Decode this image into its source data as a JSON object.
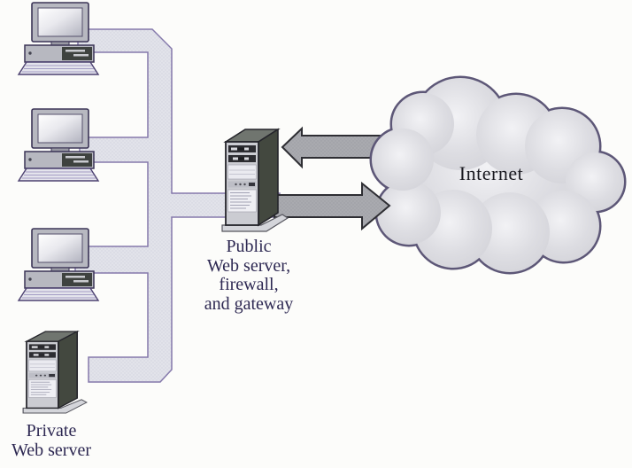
{
  "figure": {
    "kind": "network-diagram",
    "labels": {
      "internet": "Internet",
      "public_server": "Public\nWeb server,\nfirewall,\nand gateway",
      "private_server": "Private\nWeb server"
    },
    "nodes": [
      {
        "id": "workstation-1",
        "kind": "desktop-pc"
      },
      {
        "id": "workstation-2",
        "kind": "desktop-pc"
      },
      {
        "id": "workstation-3",
        "kind": "desktop-pc"
      },
      {
        "id": "private-web-server",
        "kind": "tower-server",
        "label": "Private Web server"
      },
      {
        "id": "public-web-server",
        "kind": "tower-server",
        "label": "Public Web server, firewall, and gateway"
      },
      {
        "id": "internet-cloud",
        "kind": "cloud",
        "label": "Internet"
      }
    ],
    "connections": [
      {
        "from": "workstation-1",
        "to": "lan-trunk",
        "style": "lan-line"
      },
      {
        "from": "workstation-2",
        "to": "lan-trunk",
        "style": "lan-line"
      },
      {
        "from": "workstation-3",
        "to": "lan-trunk",
        "style": "lan-line"
      },
      {
        "from": "private-web-server",
        "to": "lan-trunk",
        "style": "lan-line"
      },
      {
        "from": "lan-trunk",
        "to": "public-web-server",
        "style": "lan-line"
      },
      {
        "from": "internet-cloud",
        "to": "public-web-server",
        "style": "thick-arrow-left"
      },
      {
        "from": "public-web-server",
        "to": "internet-cloud",
        "style": "thick-arrow-right"
      }
    ],
    "colors": {
      "label_text": "#2d2852",
      "lan_line_fill": "#e2e3ea",
      "lan_line_border": "#8579ab",
      "arrow_fill": "#a9aaaf",
      "arrow_outline": "#2e2e33",
      "cloud_fill": "#d8d8dd",
      "cloud_outline": "#5d5777",
      "tower_front": "#cbccd2",
      "tower_side": "#43483f"
    }
  }
}
